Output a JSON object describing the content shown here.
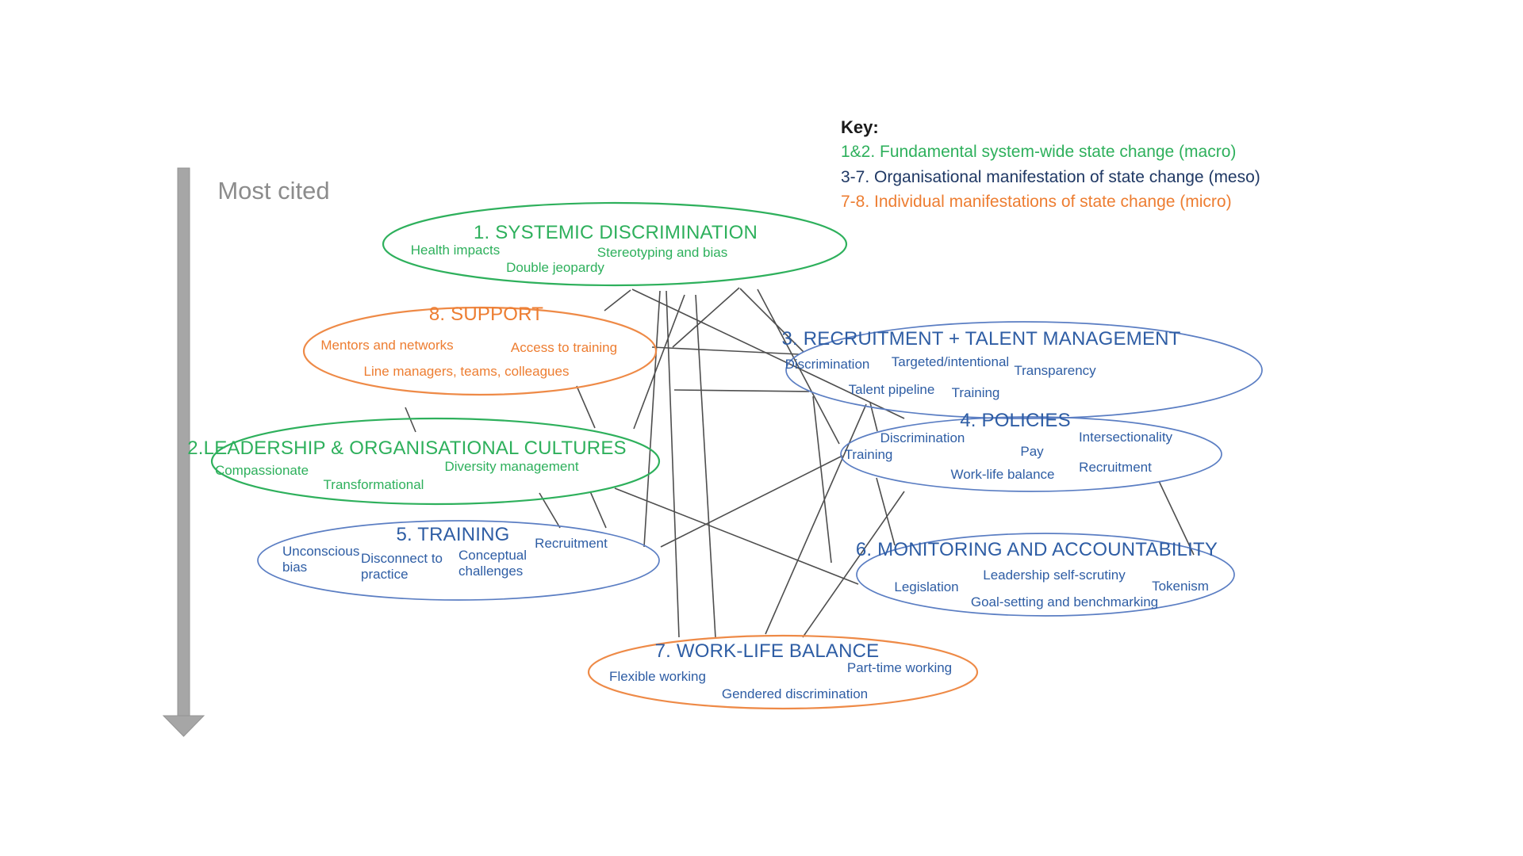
{
  "figure": {
    "type": "concept-map",
    "orientation_label": "Most cited"
  },
  "key": {
    "title": "Key:",
    "entries": [
      {
        "label": "1&2. Fundamental system-wide state change (macro)",
        "color": "#2EB05C"
      },
      {
        "label": "3-7. Organisational manifestation of state change (meso)",
        "color": "#1F3864"
      },
      {
        "label": "7-8. Individual manifestations of state change (micro)",
        "color": "#ED7D31"
      }
    ]
  },
  "colors": {
    "macro_green": "#2EB05C",
    "meso_navy": "#1F3864",
    "micro_orange": "#ED7D31",
    "theme_text_blue": "#2E5DA4",
    "ellipse_blue": "#5B7EC3",
    "ellipse_orange": "#EE8A47",
    "connector_gray": "#3F3F3F",
    "arrow_gray": "#A6A6A6"
  },
  "themes": [
    {
      "title": "1. SYSTEMIC DISCRIMINATION",
      "category": "macro",
      "items": [
        "Health impacts",
        "Stereotyping and bias",
        "Double jeopardy"
      ]
    },
    {
      "title": "2.LEADERSHIP & ORGANISATIONAL CULTURES",
      "category": "macro",
      "items": [
        "Compassionate",
        "Diversity management",
        "Transformational"
      ]
    },
    {
      "title": "3. RECRUITMENT + TALENT MANAGEMENT",
      "category": "meso",
      "items": [
        "Discrimination",
        "Targeted/intentional",
        "Transparency",
        "Talent pipeline",
        "Training"
      ]
    },
    {
      "title": "4. POLICIES",
      "category": "meso",
      "items": [
        "Discrimination",
        "Pay",
        "Intersectionality",
        "Training",
        "Work-life balance",
        "Recruitment"
      ]
    },
    {
      "title": "5. TRAINING",
      "category": "meso",
      "items": [
        "Unconscious bias",
        "Disconnect to practice",
        "Conceptual challenges",
        "Recruitment"
      ]
    },
    {
      "title": "6. MONITORING AND ACCOUNTABILITY",
      "category": "meso",
      "items": [
        "Legislation",
        "Leadership self-scrutiny",
        "Tokenism",
        "Goal-setting and benchmarking"
      ]
    },
    {
      "title": "7. WORK-LIFE BALANCE",
      "category": "micro",
      "items": [
        "Flexible working",
        "Part-time working",
        "Gendered discrimination"
      ]
    },
    {
      "title": "8. SUPPORT",
      "category": "micro",
      "items": [
        "Mentors and networks",
        "Access to training",
        "Line managers, teams, colleagues"
      ]
    }
  ]
}
